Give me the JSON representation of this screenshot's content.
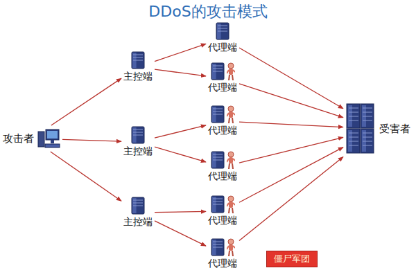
{
  "diagram": {
    "title": "DDoS的攻击模式",
    "nodes": [
      {
        "text": [
          "攻击者"
        ]
      },
      {
        "text": [
          "主控端"
        ]
      },
      {
        "text": [
          "主控端"
        ]
      },
      {
        "text": [
          "主控端"
        ]
      },
      {
        "text": [
          "代理端"
        ]
      },
      {
        "text": [
          "代理端"
        ]
      },
      {
        "text": [
          "代理端"
        ]
      },
      {
        "text": [
          "代理端"
        ]
      },
      {
        "text": [
          "代理端"
        ]
      },
      {
        "text": [
          "代理端"
        ]
      },
      {
        "text": [
          "受害者"
        ]
      },
      {
        "text": [
          "僵尸军团"
        ]
      }
    ],
    "edges": [
      {
        "from": 0,
        "to": 1,
        "arrow": "to"
      },
      {
        "from": 0,
        "to": 2,
        "arrow": "to"
      },
      {
        "from": 0,
        "to": 3,
        "arrow": "to"
      },
      {
        "from": 1,
        "to": 4,
        "arrow": "to"
      },
      {
        "from": 1,
        "to": 5,
        "arrow": "to"
      },
      {
        "from": 2,
        "to": 6,
        "arrow": "to"
      },
      {
        "from": 2,
        "to": 7,
        "arrow": "to"
      },
      {
        "from": 3,
        "to": 8,
        "arrow": "to"
      },
      {
        "from": 3,
        "to": 9,
        "arrow": "to"
      },
      {
        "from": 4,
        "to": 10,
        "arrow": "to"
      },
      {
        "from": 5,
        "to": 10,
        "arrow": "to"
      },
      {
        "from": 6,
        "to": 10,
        "arrow": "to"
      },
      {
        "from": 7,
        "to": 10,
        "arrow": "to"
      },
      {
        "from": 8,
        "to": 10,
        "arrow": "to"
      },
      {
        "from": 9,
        "to": 10,
        "arrow": "to"
      }
    ]
  }
}
